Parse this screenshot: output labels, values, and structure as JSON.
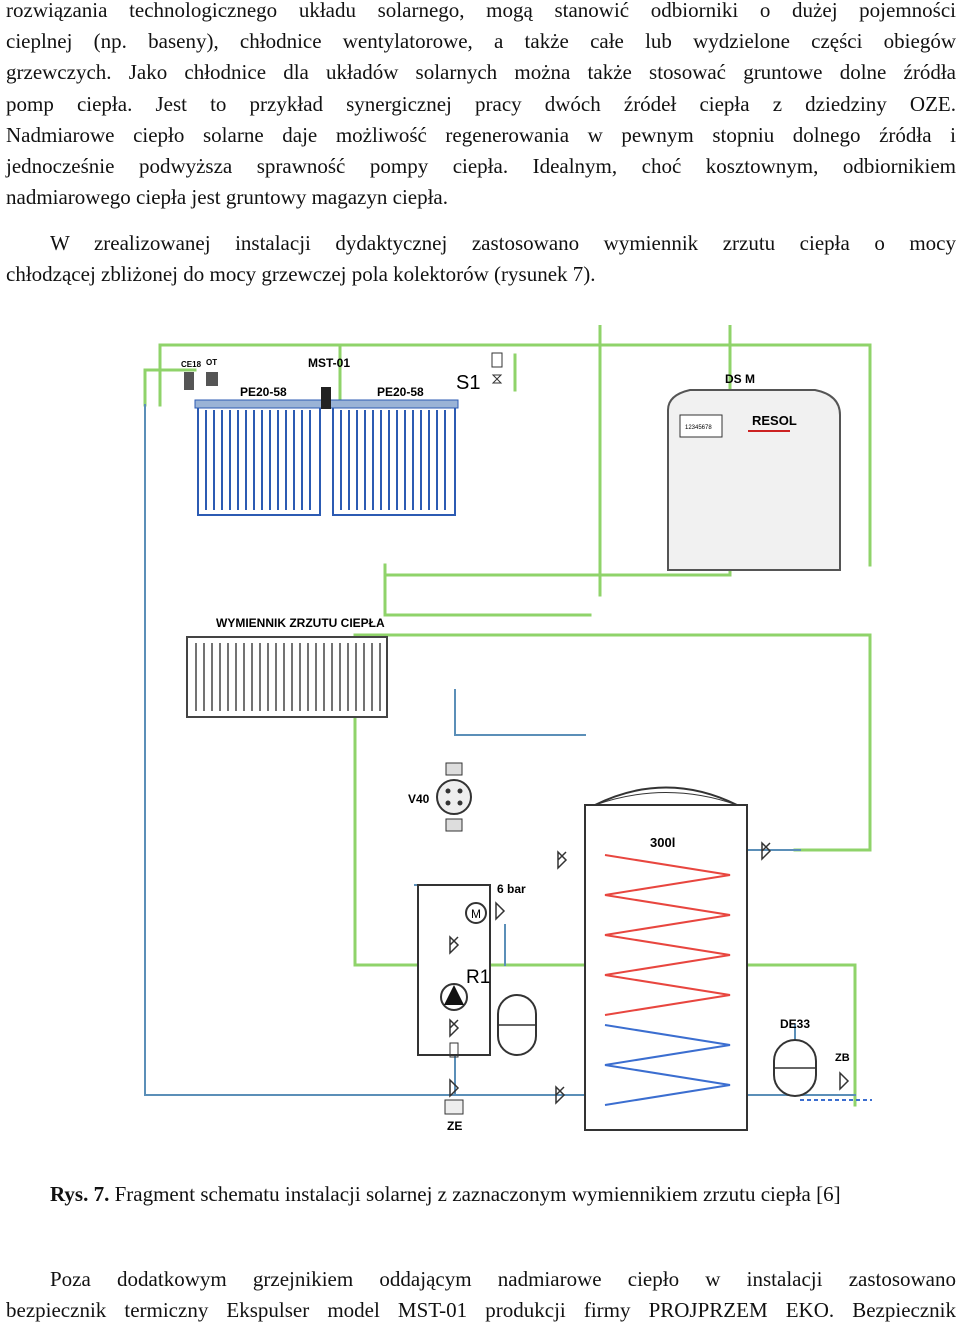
{
  "text_top": [
    "rozwiązania technologicznego układu solarnego, mogą stanowić odbiorniki o dużej pojemności",
    "cieplnej (np. baseny), chłodnice wentylatorowe, a także całe lub wydzielone części obiegów",
    "grzewczych. Jako chłodnice dla układów solarnych można także stosować gruntowe dolne źródła",
    "pomp ciepła. Jest to przykład  synergicznej pracy dwóch źródeł ciepła z dziedziny OZE.",
    "Nadmiarowe ciepło solarne daje możliwość regenerowania w pewnym stopniu dolnego źródła i",
    "jednocześnie podwyższa sprawność pompy ciepła. Idealnym, choć kosztownym, odbiornikiem",
    "nadmiarowego ciepła jest gruntowy magazyn ciepła."
  ],
  "text_mid": [
    "W zrealizowanej instalacji dydaktycznej zastosowano wymiennik zrzutu ciepła o mocy",
    "chłodzącej zbliżonej do mocy grzewczej pola kolektorów (rysunek 7)."
  ],
  "diagram": {
    "labels": {
      "ce18": "CE18",
      "ot": "OT",
      "mst": "MST-01",
      "pe_left": "PE20-58",
      "pe_right": "PE20-58",
      "s1": "S1",
      "dsm": "DS M",
      "resol": "RESOL",
      "display": "12345678",
      "exchanger": "WYMIENNIK ZRZUTU CIEPŁA",
      "v40": "V40",
      "tank": "300l",
      "bar": "6 bar",
      "motor": "M",
      "r1": "R1",
      "de33": "DE33",
      "zb": "ZB",
      "ze": "ZE"
    },
    "colors": {
      "green_pipe": "#8fd36a",
      "blue_pipe": "#5b8fb8",
      "red_coil": "#e8463f",
      "blue_coil": "#3b6ed0",
      "collector": "#2c5bb3"
    }
  },
  "caption": {
    "bold": "Rys. 7.",
    "text": " Fragment schematu instalacji solarnej z zaznaczonym wymiennikiem zrzutu ciepła [6]"
  },
  "text_bottom": [
    "Poza dodatkowym grzejnikiem oddającym nadmiarowe ciepło w  instalacji zastosowano",
    "bezpiecznik termiczny Ekspulser model MST-01 produkcji firmy PROJPRZEM EKO. Bezpiecznik"
  ]
}
